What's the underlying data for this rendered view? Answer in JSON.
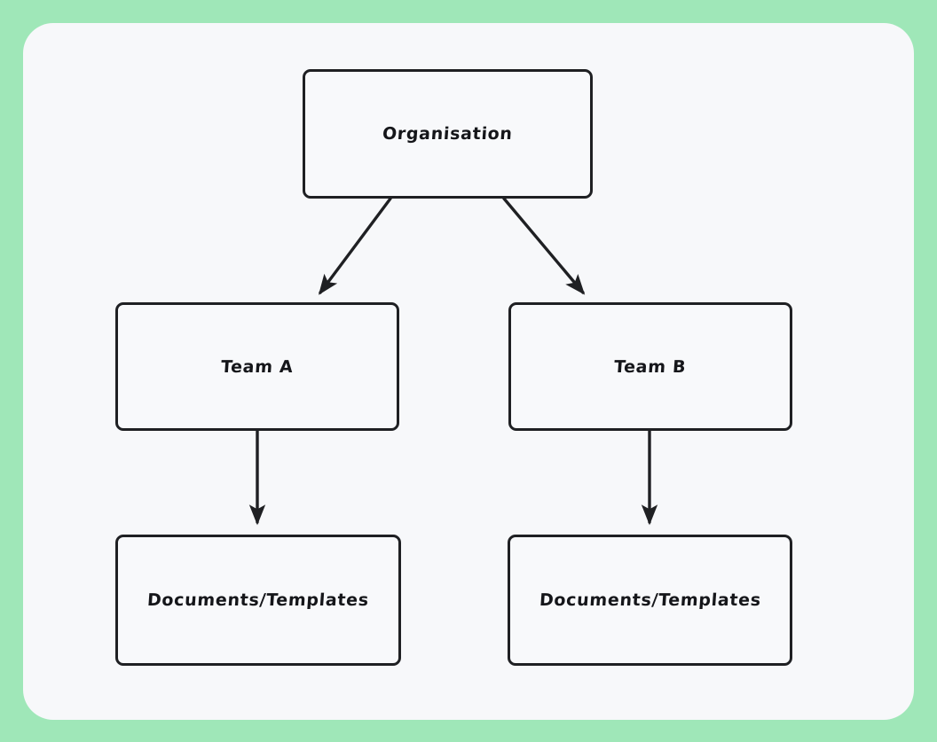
{
  "canvas": {
    "background_color": "#9fe7b8",
    "card_color": "#f7f8fa"
  },
  "diagram": {
    "type": "flowchart",
    "orientation": "top-down",
    "stroke_color": "#1f2023",
    "node_fill": "#f8f9fb",
    "nodes": [
      {
        "id": "organisation",
        "label": "Organisation",
        "level": 0
      },
      {
        "id": "team-a",
        "label": "Team A",
        "level": 1
      },
      {
        "id": "team-b",
        "label": "Team B",
        "level": 1
      },
      {
        "id": "docs-a",
        "label": "Documents/Templates",
        "level": 2
      },
      {
        "id": "docs-b",
        "label": "Documents/Templates",
        "level": 2
      }
    ],
    "edges": [
      {
        "from": "organisation",
        "to": "team-a",
        "style": "diagonal-arrow"
      },
      {
        "from": "organisation",
        "to": "team-b",
        "style": "diagonal-arrow"
      },
      {
        "from": "team-a",
        "to": "docs-a",
        "style": "vertical-arrow"
      },
      {
        "from": "team-b",
        "to": "docs-b",
        "style": "vertical-arrow"
      }
    ]
  }
}
